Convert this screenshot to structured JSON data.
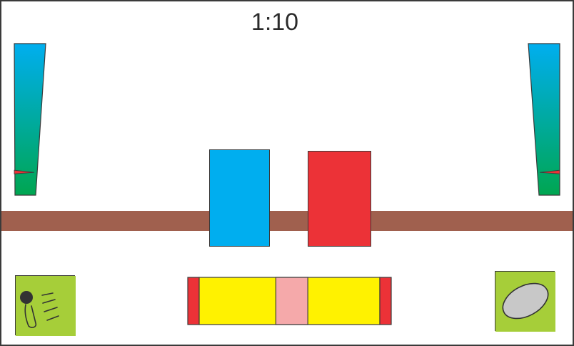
{
  "game": {
    "timer": "1:10"
  },
  "colors": {
    "floor": "#a0604e",
    "player_blue": "#00aeef",
    "player_red": "#ec3237",
    "meter_top": "#00aeef",
    "meter_bottom": "#00a651",
    "meter_marker": "#ec3237",
    "bar_yellow": "#fff200",
    "bar_red": "#ec3237",
    "bar_zone": "#f5a9aa",
    "button_bg": "#a6ce39",
    "ball_gray": "#c8c8c8"
  },
  "meters": {
    "left": {
      "marker_level": 0.15
    },
    "right": {
      "marker_level": 0.15
    }
  },
  "power_bar": {
    "target_zone_start": 0.433,
    "target_zone_end": 0.59
  },
  "buttons": {
    "kick": {
      "icon": "kick-icon"
    },
    "ball": {
      "icon": "ball-icon"
    }
  }
}
